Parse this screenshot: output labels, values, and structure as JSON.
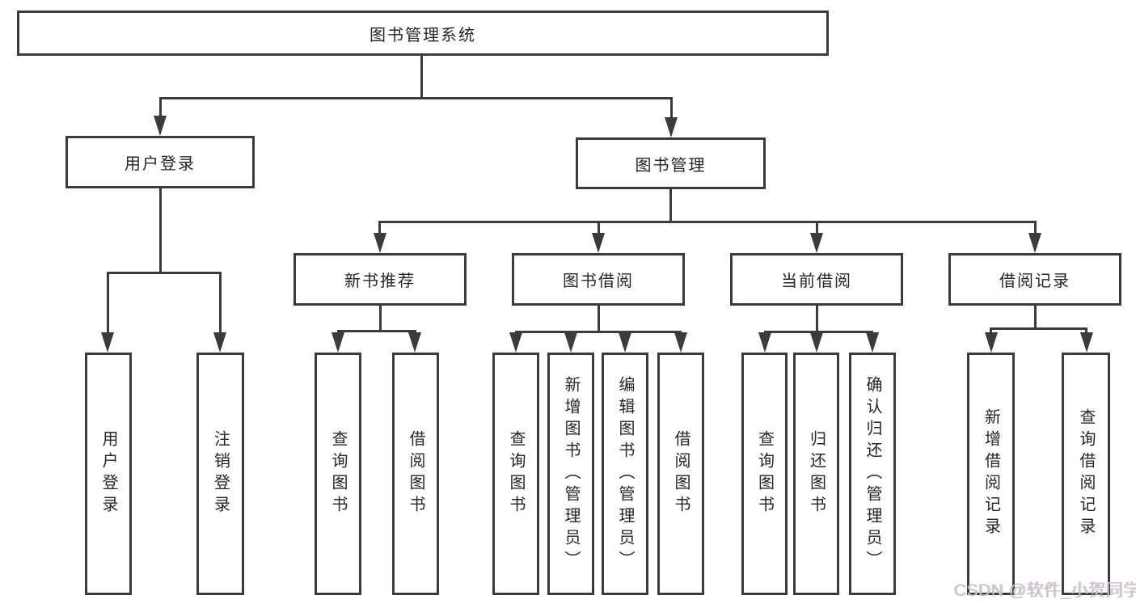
{
  "root": {
    "label": "图书管理系统"
  },
  "branches": [
    {
      "label": "用户登录",
      "children": [
        {
          "label": "用户登录"
        },
        {
          "label": "注销登录"
        }
      ]
    },
    {
      "label": "图书管理",
      "children": [
        {
          "label": "新书推荐",
          "children": [
            {
              "label": "查询图书"
            },
            {
              "label": "借阅图书"
            }
          ]
        },
        {
          "label": "图书借阅",
          "children": [
            {
              "label": "查询图书"
            },
            {
              "label": "新增图书（管理员）"
            },
            {
              "label": "编辑图书（管理员）"
            },
            {
              "label": "借阅图书"
            }
          ]
        },
        {
          "label": "当前借阅",
          "children": [
            {
              "label": "查询图书"
            },
            {
              "label": "归还图书"
            },
            {
              "label": "确认归还（管理员）"
            }
          ]
        },
        {
          "label": "借阅记录",
          "children": [
            {
              "label": "新增借阅记录"
            },
            {
              "label": "查询借阅记录"
            }
          ]
        }
      ]
    }
  ],
  "watermark": {
    "text": "CSDN @软件_小贺同学"
  },
  "colors": {
    "line": "#3b3b3b",
    "text": "#262626",
    "watermark": "#c8c8c8",
    "background": "#ffffff"
  }
}
